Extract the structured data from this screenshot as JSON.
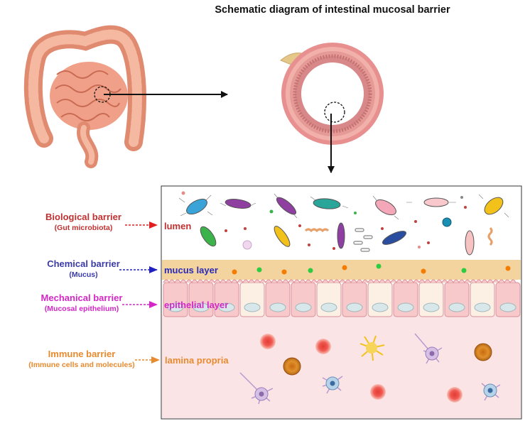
{
  "title": "Schematic diagram of intestinal mucosal barrier",
  "barriers": [
    {
      "name": "Biological barrier",
      "sub": "(Gut microbiota)",
      "color": "#c03030"
    },
    {
      "name": "Chemical barrier",
      "sub": "(Mucus)",
      "color": "#3a3aa8"
    },
    {
      "name": "Mechanical barrier",
      "sub": "(Mucosal epithelium)",
      "color": "#d427c6"
    },
    {
      "name": "Immune barrier",
      "sub": "(Immune cells and molecules)",
      "color": "#e88a2e"
    }
  ],
  "regions": {
    "lumen": "lumen",
    "mucus": "mucus layer",
    "epithelial": "epithelial layer",
    "lamina": "lamina propria"
  }
}
